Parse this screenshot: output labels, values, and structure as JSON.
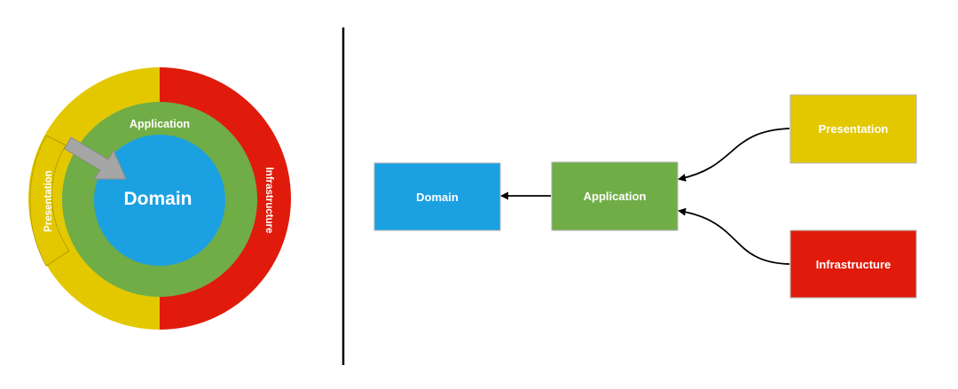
{
  "colors": {
    "presentation": "#e3c800",
    "infrastructure": "#e01b0b",
    "application": "#70ad47",
    "domain": "#1ba1e2",
    "arrow_gray": "#a6a6a6",
    "divider": "#000000",
    "connector": "#000000"
  },
  "onion": {
    "outer_left_label": "Presentation",
    "outer_right_label": "Infrastructure",
    "middle_label": "Application",
    "center_label": "Domain"
  },
  "flow": {
    "domain_label": "Domain",
    "application_label": "Application",
    "presentation_label": "Presentation",
    "infrastructure_label": "Infrastructure"
  }
}
